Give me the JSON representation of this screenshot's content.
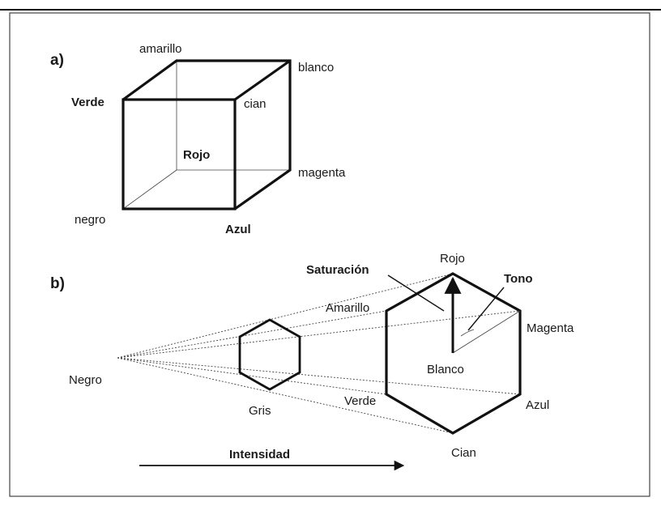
{
  "part_a": {
    "label": "a)",
    "vertices": {
      "amarillo": "amarillo",
      "blanco": "blanco",
      "verde": "Verde",
      "cian": "cian",
      "rojo": "Rojo",
      "magenta": "magenta",
      "negro": "negro",
      "azul": "Azul"
    }
  },
  "part_b": {
    "label": "b)",
    "saturation": "Saturación",
    "hue": "Tono",
    "intensity": "Intensidad",
    "black": "Negro",
    "gray": "Gris",
    "hexagon": {
      "rojo": "Rojo",
      "amarillo": "Amarillo",
      "magenta": "Magenta",
      "blanco": "Blanco",
      "verde": "Verde",
      "azul": "Azul",
      "cian": "Cian"
    }
  }
}
